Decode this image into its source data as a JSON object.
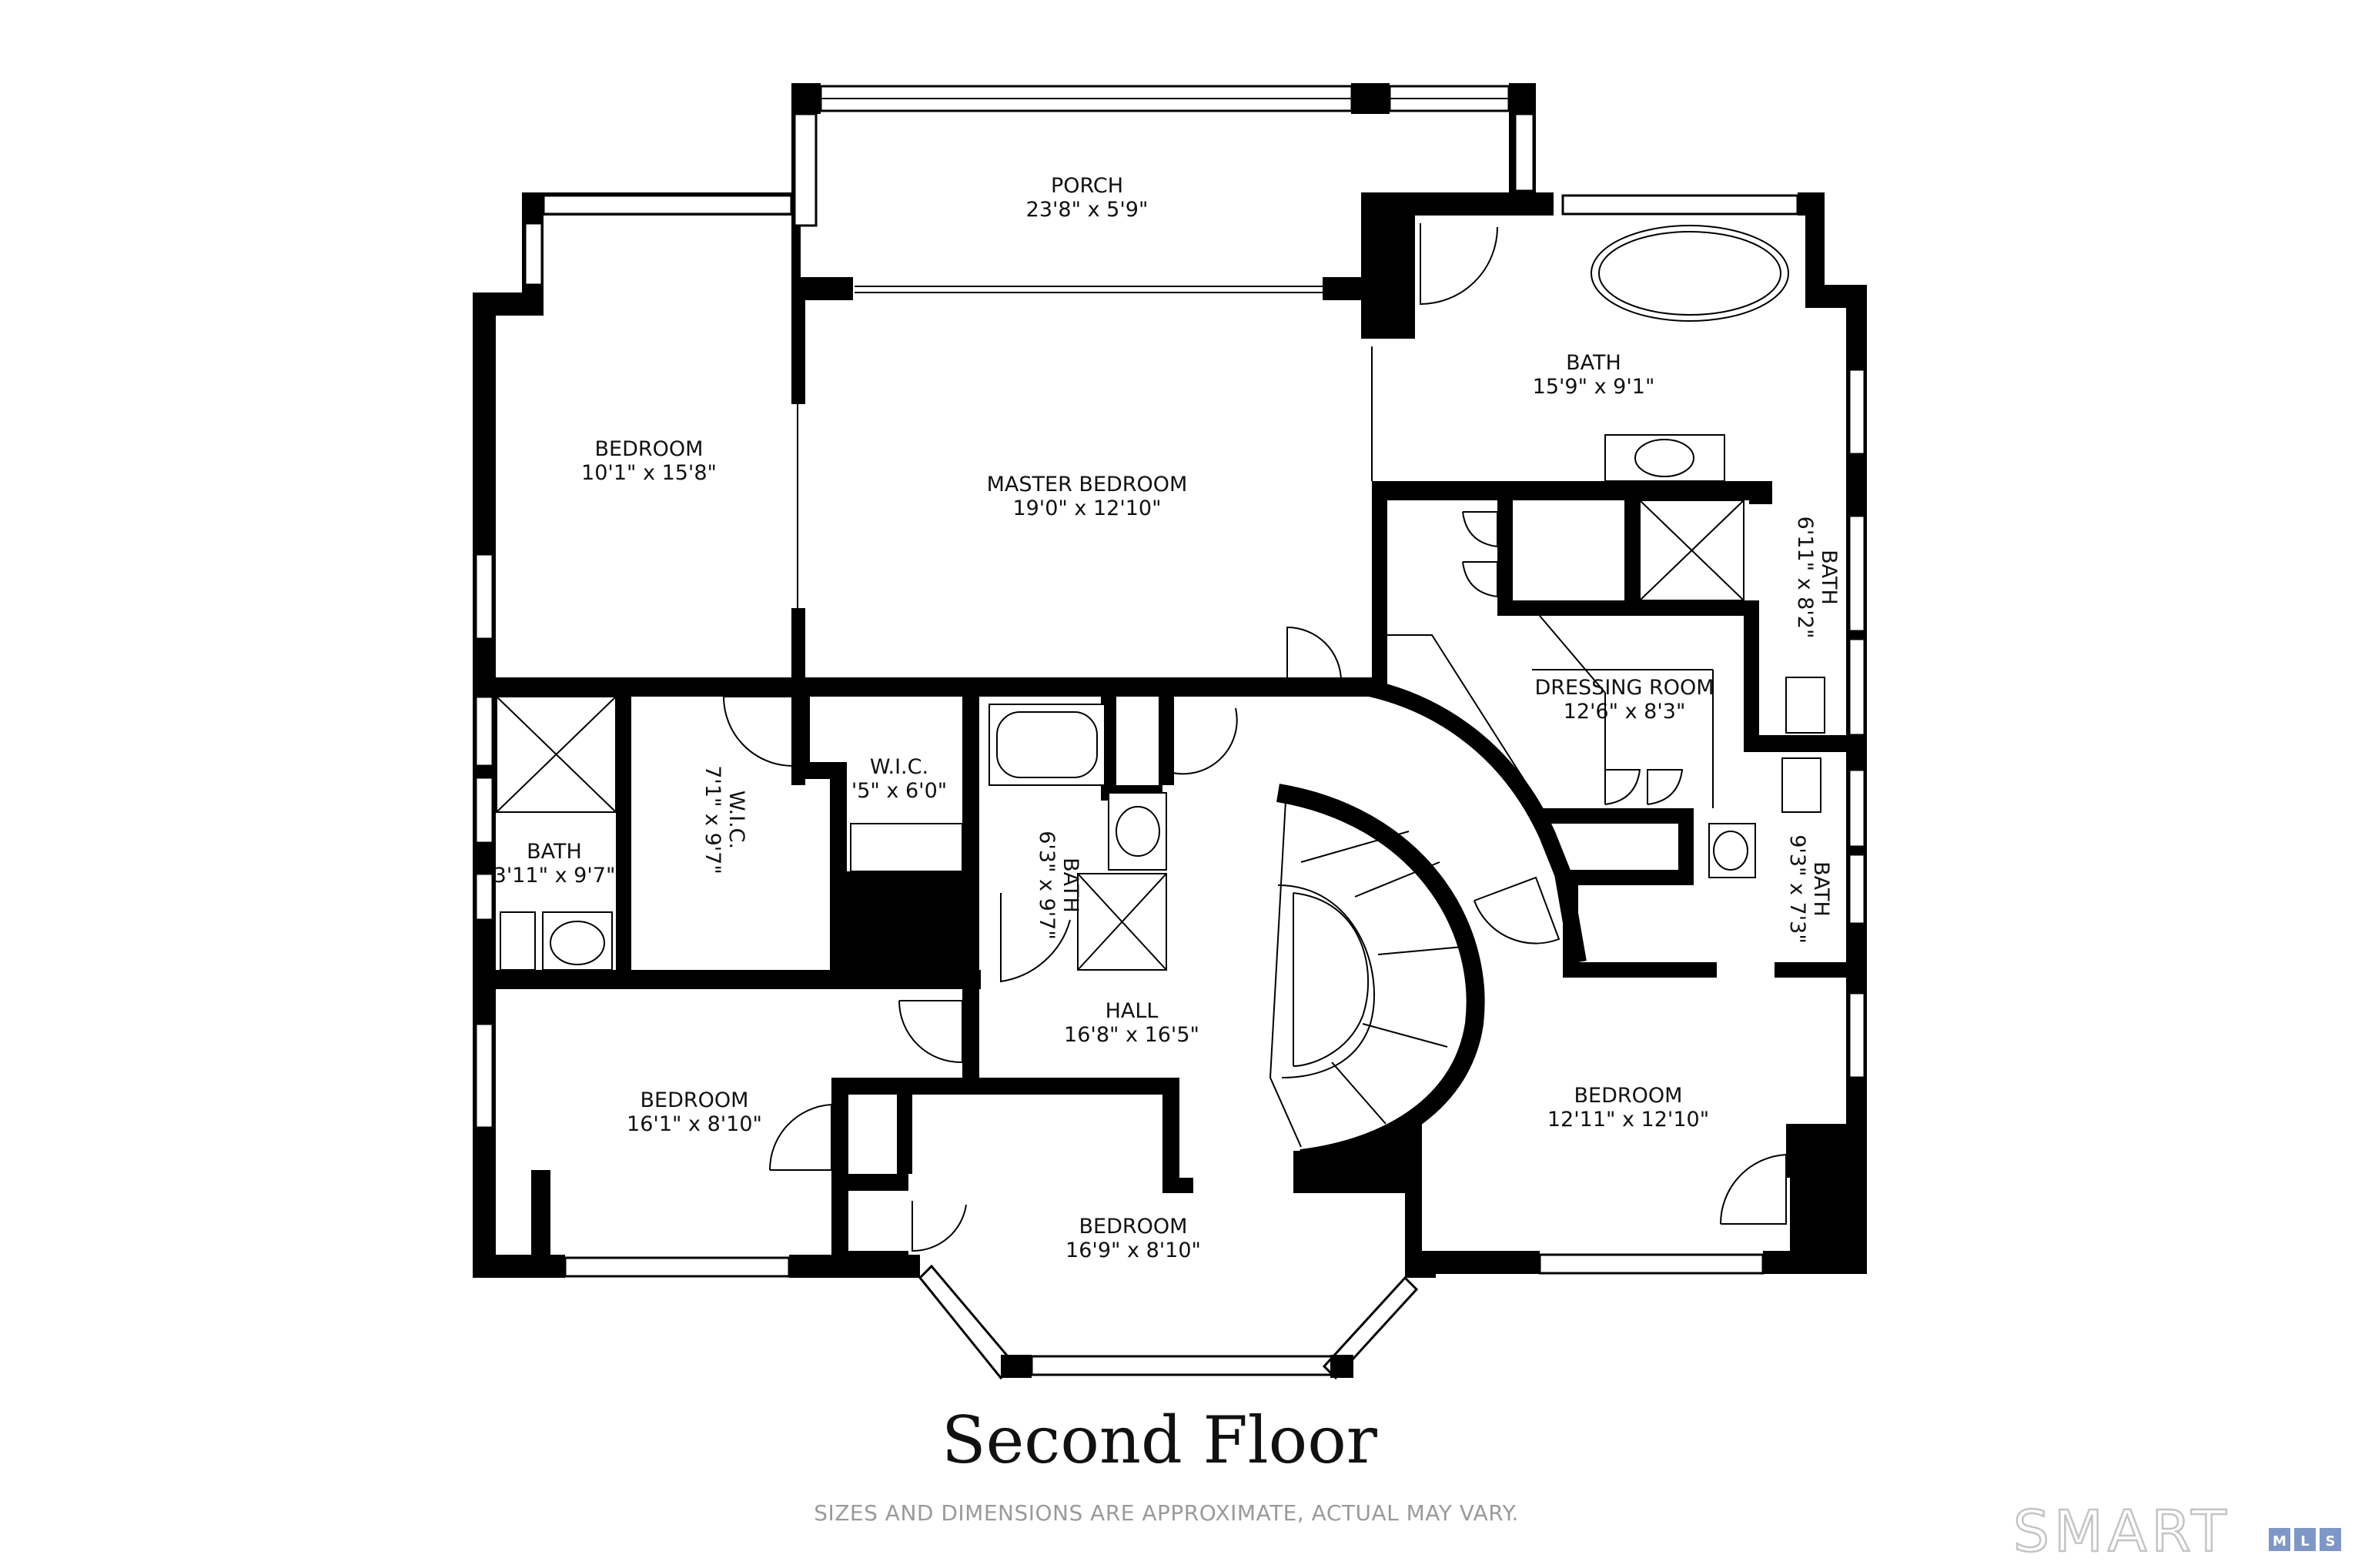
{
  "rooms": {
    "porch": {
      "name": "PORCH",
      "dim": "23'8\" x 5'9\""
    },
    "bath_master": {
      "name": "BATH",
      "dim": "15'9\" x 9'1\""
    },
    "bedroom_nw": {
      "name": "BEDROOM",
      "dim": "10'1\" x 15'8\""
    },
    "master_bedroom": {
      "name": "MASTER BEDROOM",
      "dim": "19'0\" x 12'10\""
    },
    "bath_east_upper": {
      "name": "BATH",
      "dim": "6'11\" x 8'2\""
    },
    "dressing_room": {
      "name": "DRESSING ROOM",
      "dim": "12'6\" x 8'3\""
    },
    "wic_west": {
      "name": "W.I.C.",
      "dim": "7'1\" x 9'7\""
    },
    "wic_center": {
      "name": "W.I.C.",
      "dim": "'5\" x 6'0\""
    },
    "bath_center": {
      "name": "BATH",
      "dim": "6'3\" x 9'7\""
    },
    "bath_west": {
      "name": "BATH",
      "dim": "3'11\" x 9'7\""
    },
    "bath_east_lower": {
      "name": "BATH",
      "dim": "9'3\" x 7'3\""
    },
    "hall": {
      "name": "HALL",
      "dim": "16'8\" x 16'5\""
    },
    "bedroom_sw": {
      "name": "BEDROOM",
      "dim": "16'1\" x 8'10\""
    },
    "bedroom_se": {
      "name": "BEDROOM",
      "dim": "12'11\" x 12'10\""
    },
    "bedroom_s": {
      "name": "BEDROOM",
      "dim": "16'9\" x 8'10\""
    }
  },
  "floor_title": "Second Floor",
  "disclaimer": "SIZES AND DIMENSIONS ARE APPROXIMATE, ACTUAL MAY VARY.",
  "logo": {
    "word": "SMART",
    "boxes": [
      "M",
      "L",
      "S"
    ],
    "box_color": "#7f97c7"
  }
}
